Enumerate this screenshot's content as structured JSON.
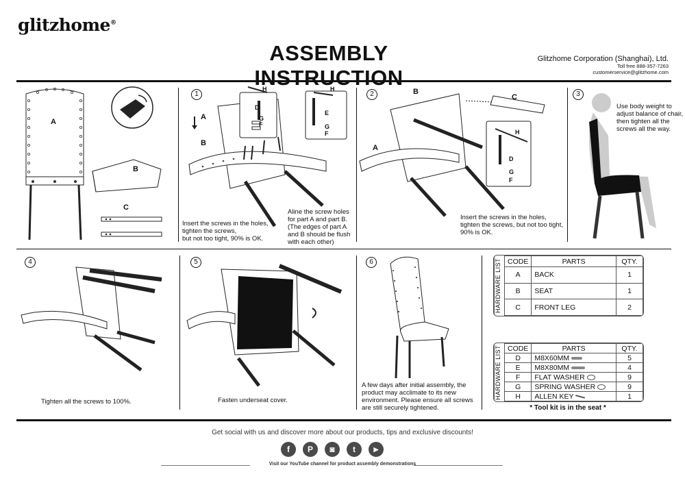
{
  "header": {
    "logo": "glitzhome",
    "logo_mark": "®",
    "title": "ASSEMBLY  INSTRUCTION",
    "company": "Glitzhome Corporation (Shanghai), Ltd.",
    "toll_free": "Toll free 888-357-7263",
    "email": "customerservice@glitzhome.com"
  },
  "parts_overview": {
    "a": "A",
    "b": "B",
    "c": "C"
  },
  "steps": [
    {
      "num": "1",
      "arrow_top": "A",
      "arrow_bottom": "B",
      "labels": [
        "H",
        "D",
        "G",
        "F",
        "H",
        "E",
        "G",
        "F"
      ],
      "caption_left": "Insert the screws in the holes,\ntighten the screws,\nbut not too tight, 90% is OK.",
      "caption_right": "Aline the screw holes\nfor part A and part B.\n(The edges of part A\nand B should be flush\nwith each other)"
    },
    {
      "num": "2",
      "labels": [
        "B",
        "C",
        "A",
        "H",
        "D",
        "G",
        "F"
      ],
      "caption": "Insert the screws in the holes,\ntighten the screws, but not too tight,\n90% is OK."
    },
    {
      "num": "3",
      "caption": "Use body weight to\nadjust balance of chair,\nthen tighten all the\nscrews all the way."
    },
    {
      "num": "4",
      "caption": "Tighten all the screws to 100%."
    },
    {
      "num": "5",
      "caption": "Fasten underseat cover."
    },
    {
      "num": "6",
      "caption": "A few days after initial assembly, the\nproduct may acclimate to its new\nenvironment. Please ensure all screws\nare still securely tightened."
    }
  ],
  "parts_list": {
    "side_label": "HARDWARE LIST",
    "headers": [
      "CODE",
      "PARTS",
      "QTY."
    ],
    "rows": [
      [
        "A",
        "BACK",
        "1"
      ],
      [
        "B",
        "SEAT",
        "1"
      ],
      [
        "C",
        "FRONT LEG",
        "2"
      ]
    ]
  },
  "hardware_list": {
    "side_label": "HARDWARE LIST",
    "headers": [
      "CODE",
      "PARTS",
      "QTY."
    ],
    "rows": [
      [
        "D",
        "M8X60MM",
        "5"
      ],
      [
        "E",
        "M8X80MM",
        "4"
      ],
      [
        "F",
        "FLAT WASHER",
        "9"
      ],
      [
        "G",
        "SPRING WASHER",
        "9"
      ],
      [
        "H",
        "ALLEN KEY",
        "1"
      ]
    ],
    "note": "* Tool kit is in the seat *"
  },
  "footer": {
    "social": "Get social with us and discover more about our products, tips and exclusive discounts!",
    "icons": [
      "facebook-icon",
      "pinterest-icon",
      "instagram-icon",
      "twitter-icon",
      "youtube-icon"
    ],
    "icon_glyphs": [
      "f",
      "P",
      "◙",
      "t",
      "▶"
    ],
    "youtube": "Visit our YouTube channel for product assembly demonstrations"
  }
}
